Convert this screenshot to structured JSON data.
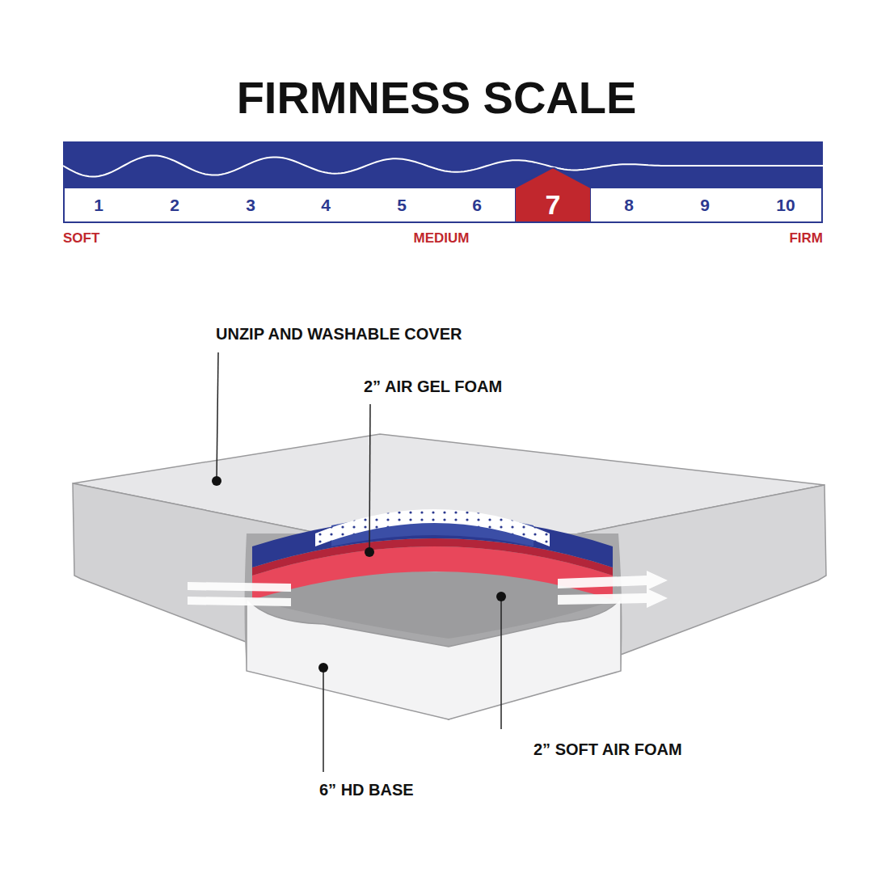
{
  "diagram": {
    "title": "FIRMNESS SCALE",
    "nodes": [
      {
        "text": [
          "1",
          "2",
          "3",
          "4",
          "5",
          "6",
          "8",
          "9",
          "10"
        ]
      },
      {
        "text": [
          "7"
        ],
        "in": 0
      }
    ],
    "labels": [
      "SOFT",
      "MEDIUM",
      "FIRM",
      "UNZIP AND WASHABLE COVER",
      "2” AIR GEL FOAM",
      "2” SOFT AIR FOAM",
      "6” HD BASE"
    ]
  }
}
